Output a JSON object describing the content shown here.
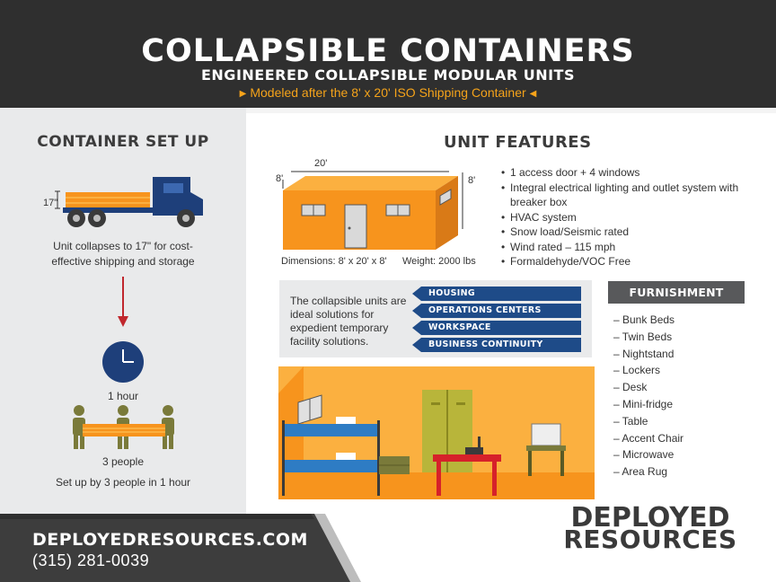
{
  "header": {
    "title": "COLLAPSIBLE CONTAINERS",
    "subtitle": "ENGINEERED COLLAPSIBLE MODULAR UNITS",
    "tagline": "Modeled after the 8' x 20' ISO Shipping Container"
  },
  "setup": {
    "title": "CONTAINER SET UP",
    "truck_height_label": "17\"",
    "collapse_text": "Unit collapses to 17\" for cost-effective shipping and storage",
    "time_label": "1 hour",
    "people_label": "3 people",
    "setup_text": "Set up by 3 people in 1 hour"
  },
  "features": {
    "title": "UNIT FEATURES",
    "dim_width": "20'",
    "dim_depth": "8'",
    "dim_height": "8'",
    "dimensions": "Dimensions: 8' x 20' x 8'",
    "weight": "Weight: 2000 lbs",
    "items": [
      "1 access door  +  4 windows",
      "Integral electrical lighting and outlet system with breaker box",
      "HVAC system",
      "Snow load/Seismic rated",
      "Wind rated – 115 mph",
      "Formaldehyde/VOC Free"
    ]
  },
  "uses": {
    "text": "The collapsible units are ideal solutions for expedient temporary facility solutions.",
    "tags": [
      "HOUSING",
      "OPERATIONS CENTERS",
      "WORKSPACE",
      "BUSINESS CONTINUITY"
    ]
  },
  "furnishings": {
    "title": "FURNISHMENT OPTIONS",
    "items": [
      "– Bunk Beds",
      "– Twin Beds",
      "– Nightstand",
      "– Lockers",
      "– Desk",
      "– Mini-fridge",
      "– Table",
      "– Accent Chair",
      "– Microwave",
      "– Area Rug"
    ]
  },
  "footer": {
    "website": "DEPLOYEDRESOURCES.COM",
    "phone": "(315) 281-0039",
    "brand_line1": "DEPLOYED",
    "brand_line2": "RESOURCES"
  },
  "colors": {
    "header_bg": "#2f2f2f",
    "accent_orange": "#f5a31a",
    "container_orange": "#f7941d",
    "tag_blue": "#1e4b88",
    "truck_blue": "#1e3f7a",
    "arrow_red": "#c0272d",
    "people_olive": "#7a7a3a"
  }
}
